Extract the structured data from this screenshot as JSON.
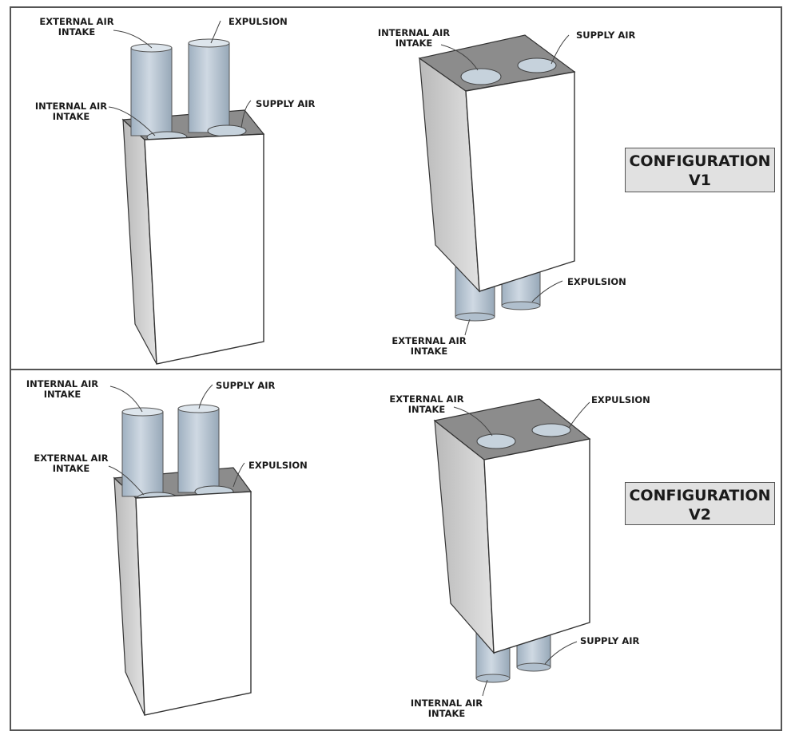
{
  "colors": {
    "frame": "#555555",
    "badge_bg": "#e1e1e1",
    "pipe": "#b9c6d3",
    "pipe_dark": "#8d9cab",
    "panel_side": "#cfcfcf",
    "panel_top": "#8c8c8c",
    "label": "#1a1a1a"
  },
  "panel_v1": {
    "badge": {
      "line1": "CONFIGURATION",
      "line2": "V1"
    },
    "up_unit": {
      "external_air_intake": [
        "EXTERNAL AIR",
        "INTAKE"
      ],
      "expulsion": "EXPULSION",
      "internal_air_intake": [
        "INTERNAL AIR",
        "INTAKE"
      ],
      "supply_air": "SUPPLY AIR"
    },
    "down_unit": {
      "internal_air_intake": [
        "INTERNAL AIR",
        "INTAKE"
      ],
      "supply_air": "SUPPLY AIR",
      "expulsion": "EXPULSION",
      "external_air_intake": [
        "EXTERNAL AIR",
        "INTAKE"
      ]
    }
  },
  "panel_v2": {
    "badge": {
      "line1": "CONFIGURATION",
      "line2": "V2"
    },
    "up_unit": {
      "internal_air_intake": [
        "INTERNAL AIR",
        "INTAKE"
      ],
      "supply_air": "SUPPLY AIR",
      "external_air_intake": [
        "EXTERNAL AIR",
        "INTAKE"
      ],
      "expulsion": "EXPULSION"
    },
    "down_unit": {
      "external_air_intake": [
        "EXTERNAL AIR",
        "INTAKE"
      ],
      "expulsion": "EXPULSION",
      "supply_air": "SUPPLY AIR",
      "internal_air_intake": [
        "INTERNAL AIR",
        "INTAKE"
      ]
    }
  }
}
